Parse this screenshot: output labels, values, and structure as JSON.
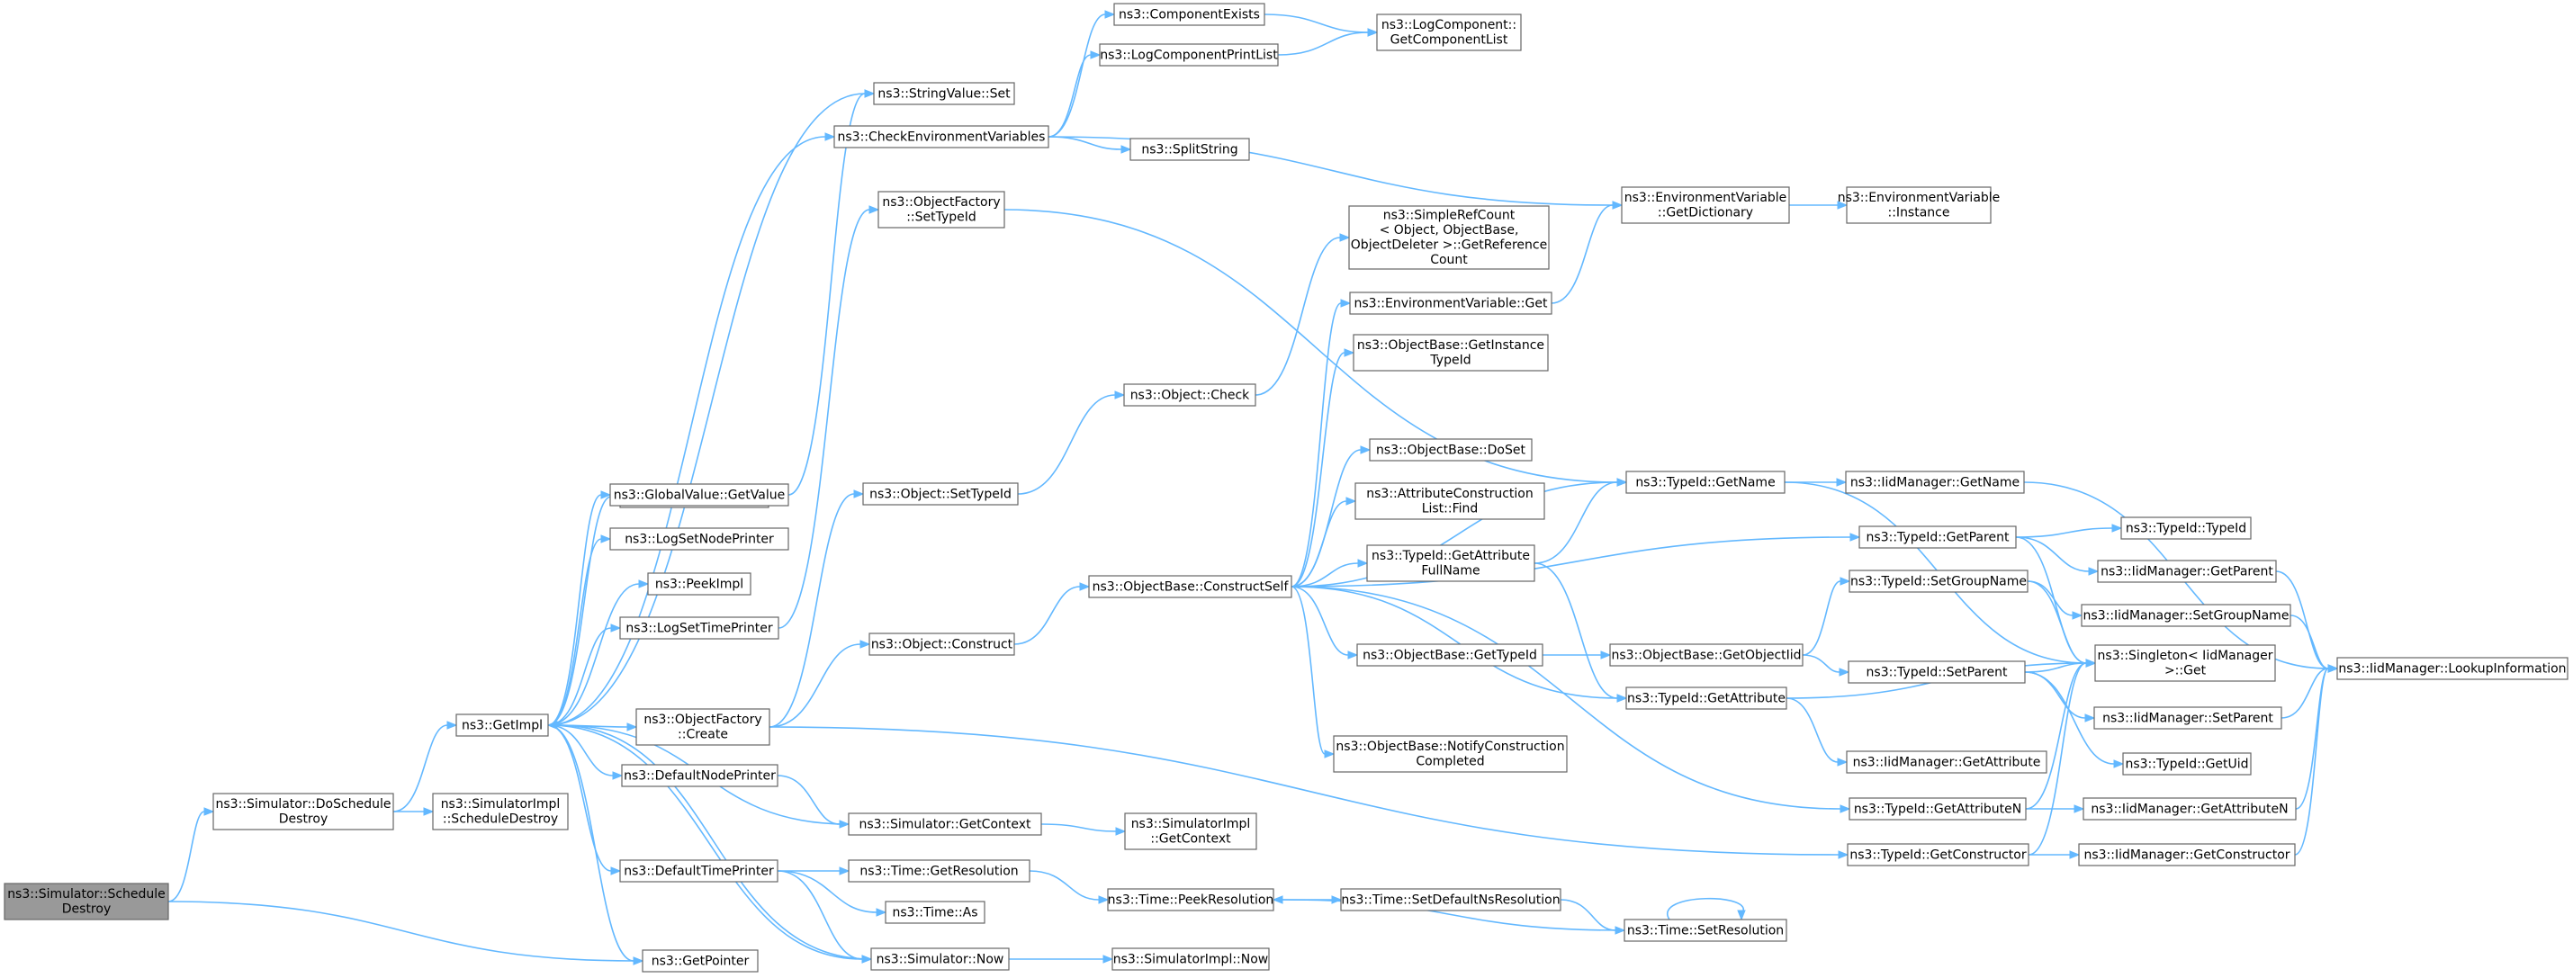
{
  "diagram": {
    "type": "call-graph",
    "colors": {
      "edge": "#63b8ff",
      "node_border": "#666666",
      "root_fill": "#999999",
      "node_fill": "#ffffff"
    },
    "nodes": [
      {
        "id": "root",
        "lines": [
          "ns3::Simulator::Schedule",
          "Destroy"
        ],
        "root": true
      },
      {
        "id": "doschedule",
        "lines": [
          "ns3::Simulator::DoSchedule",
          "Destroy"
        ]
      },
      {
        "id": "getpointer",
        "lines": [
          "ns3::GetPointer"
        ]
      },
      {
        "id": "getimpl",
        "lines": [
          "ns3::GetImpl"
        ]
      },
      {
        "id": "simimpl_sched",
        "lines": [
          "ns3::SimulatorImpl",
          "::ScheduleDestroy"
        ]
      },
      {
        "id": "strget",
        "lines": [
          "ns3::StringValue::Get"
        ]
      },
      {
        "id": "gvget",
        "lines": [
          "ns3::GlobalValue::GetValue"
        ]
      },
      {
        "id": "logsetnode",
        "lines": [
          "ns3::LogSetNodePrinter"
        ]
      },
      {
        "id": "peekimpl",
        "lines": [
          "ns3::PeekImpl"
        ]
      },
      {
        "id": "logsettime",
        "lines": [
          "ns3::LogSetTimePrinter"
        ]
      },
      {
        "id": "ofcreate",
        "lines": [
          "ns3::ObjectFactory",
          "::Create"
        ]
      },
      {
        "id": "defnode",
        "lines": [
          "ns3::DefaultNodePrinter"
        ]
      },
      {
        "id": "getcontext",
        "lines": [
          "ns3::Simulator::GetContext"
        ]
      },
      {
        "id": "deftime",
        "lines": [
          "ns3::DefaultTimePrinter"
        ]
      },
      {
        "id": "strset",
        "lines": [
          "ns3::StringValue::Set"
        ]
      },
      {
        "id": "checkenv",
        "lines": [
          "ns3::CheckEnvironmentVariables"
        ]
      },
      {
        "id": "ofsettype",
        "lines": [
          "ns3::ObjectFactory",
          "::SetTypeId"
        ]
      },
      {
        "id": "objsettype",
        "lines": [
          "ns3::Object::SetTypeId"
        ]
      },
      {
        "id": "objconstruct",
        "lines": [
          "ns3::Object::Construct"
        ]
      },
      {
        "id": "simimpl_ctx",
        "lines": [
          "ns3::SimulatorImpl",
          "::GetContext"
        ]
      },
      {
        "id": "timegetres",
        "lines": [
          "ns3::Time::GetResolution"
        ]
      },
      {
        "id": "timeas",
        "lines": [
          "ns3::Time::As"
        ]
      },
      {
        "id": "simnow",
        "lines": [
          "ns3::Simulator::Now"
        ]
      },
      {
        "id": "compexists",
        "lines": [
          "ns3::ComponentExists"
        ]
      },
      {
        "id": "logcompprint",
        "lines": [
          "ns3::LogComponentPrintList"
        ]
      },
      {
        "id": "splitstring",
        "lines": [
          "ns3::SplitString"
        ]
      },
      {
        "id": "objcheck",
        "lines": [
          "ns3::Object::Check"
        ]
      },
      {
        "id": "constructself",
        "lines": [
          "ns3::ObjectBase::ConstructSelf"
        ]
      },
      {
        "id": "peekres",
        "lines": [
          "ns3::Time::PeekResolution"
        ]
      },
      {
        "id": "simimpl_now",
        "lines": [
          "ns3::SimulatorImpl::Now"
        ]
      },
      {
        "id": "getcomplist",
        "lines": [
          "ns3::LogComponent::",
          "GetComponentList"
        ]
      },
      {
        "id": "refcount",
        "lines": [
          "ns3::SimpleRefCount",
          "< Object, ObjectBase,",
          " ObjectDeleter >::GetReference",
          "Count"
        ]
      },
      {
        "id": "envget",
        "lines": [
          "ns3::EnvironmentVariable::Get"
        ]
      },
      {
        "id": "getinsttype",
        "lines": [
          "ns3::ObjectBase::GetInstance",
          "TypeId"
        ]
      },
      {
        "id": "doset",
        "lines": [
          "ns3::ObjectBase::DoSet"
        ]
      },
      {
        "id": "attrfind",
        "lines": [
          "ns3::AttributeConstruction",
          "List::Find"
        ]
      },
      {
        "id": "getattrfull",
        "lines": [
          "ns3::TypeId::GetAttribute",
          "FullName"
        ]
      },
      {
        "id": "obgettype",
        "lines": [
          "ns3::ObjectBase::GetTypeId"
        ]
      },
      {
        "id": "notifyconstr",
        "lines": [
          "ns3::ObjectBase::NotifyConstruction",
          "Completed"
        ]
      },
      {
        "id": "setdefns",
        "lines": [
          "ns3::Time::SetDefaultNsResolution"
        ]
      },
      {
        "id": "envdict",
        "lines": [
          "ns3::EnvironmentVariable",
          "::GetDictionary"
        ]
      },
      {
        "id": "tidgetname",
        "lines": [
          "ns3::TypeId::GetName"
        ]
      },
      {
        "id": "getobjtid",
        "lines": [
          "ns3::ObjectBase::GetObjectIid"
        ]
      },
      {
        "id": "tidgetattr",
        "lines": [
          "ns3::TypeId::GetAttribute"
        ]
      },
      {
        "id": "setres",
        "lines": [
          "ns3::Time::SetResolution"
        ]
      },
      {
        "id": "envinst",
        "lines": [
          "ns3::EnvironmentVariable",
          "::Instance"
        ]
      },
      {
        "id": "iidgetname",
        "lines": [
          "ns3::IidManager::GetName"
        ]
      },
      {
        "id": "tidgetparent",
        "lines": [
          "ns3::TypeId::GetParent"
        ]
      },
      {
        "id": "tidsetgroup",
        "lines": [
          "ns3::TypeId::SetGroupName"
        ]
      },
      {
        "id": "tidsetparent",
        "lines": [
          "ns3::TypeId::SetParent"
        ]
      },
      {
        "id": "iidgetattr",
        "lines": [
          "ns3::IidManager::GetAttribute"
        ]
      },
      {
        "id": "tidgetattrn",
        "lines": [
          "ns3::TypeId::GetAttributeN"
        ]
      },
      {
        "id": "tidgetctor",
        "lines": [
          "ns3::TypeId::GetConstructor"
        ]
      },
      {
        "id": "tidtypeid",
        "lines": [
          "ns3::TypeId::TypeId"
        ]
      },
      {
        "id": "iidgetparent",
        "lines": [
          "ns3::IidManager::GetParent"
        ]
      },
      {
        "id": "iidsetgroup",
        "lines": [
          "ns3::IidManager::SetGroupName"
        ]
      },
      {
        "id": "singleton",
        "lines": [
          "ns3::Singleton< IidManager",
          " >::Get"
        ]
      },
      {
        "id": "iidsetparent",
        "lines": [
          "ns3::IidManager::SetParent"
        ]
      },
      {
        "id": "tidgetuid",
        "lines": [
          "ns3::TypeId::GetUid"
        ]
      },
      {
        "id": "iidgetattrn",
        "lines": [
          "ns3::IidManager::GetAttributeN"
        ]
      },
      {
        "id": "iidgetctor",
        "lines": [
          "ns3::IidManager::GetConstructor"
        ]
      },
      {
        "id": "lookupinfo",
        "lines": [
          "ns3::IidManager::LookupInformation"
        ]
      }
    ],
    "edges": [
      [
        "root",
        "doschedule"
      ],
      [
        "root",
        "getpointer"
      ],
      [
        "doschedule",
        "getimpl"
      ],
      [
        "doschedule",
        "simimpl_sched"
      ],
      [
        "getimpl",
        "strget"
      ],
      [
        "getimpl",
        "gvget"
      ],
      [
        "getimpl",
        "logsetnode"
      ],
      [
        "getimpl",
        "peekimpl"
      ],
      [
        "getimpl",
        "logsettime"
      ],
      [
        "getimpl",
        "ofcreate"
      ],
      [
        "getimpl",
        "defnode"
      ],
      [
        "getimpl",
        "deftime"
      ],
      [
        "getimpl",
        "getpointer"
      ],
      [
        "getimpl",
        "simnow"
      ],
      [
        "getimpl",
        "strset"
      ],
      [
        "getimpl",
        "checkenv"
      ],
      [
        "gvget",
        "strset"
      ],
      [
        "logsettime",
        "ofsettype"
      ],
      [
        "ofcreate",
        "objsettype"
      ],
      [
        "ofcreate",
        "objconstruct"
      ],
      [
        "ofcreate",
        "tidgetctor"
      ],
      [
        "defnode",
        "getcontext"
      ],
      [
        "getcontext",
        "getimpl"
      ],
      [
        "getcontext",
        "simimpl_ctx"
      ],
      [
        "deftime",
        "timegetres"
      ],
      [
        "deftime",
        "timeas"
      ],
      [
        "deftime",
        "simnow"
      ],
      [
        "simnow",
        "getimpl"
      ],
      [
        "simnow",
        "simimpl_now"
      ],
      [
        "checkenv",
        "compexists"
      ],
      [
        "checkenv",
        "logcompprint"
      ],
      [
        "checkenv",
        "splitstring"
      ],
      [
        "checkenv",
        "envdict"
      ],
      [
        "compexists",
        "getcomplist"
      ],
      [
        "logcompprint",
        "getcomplist"
      ],
      [
        "ofsettype",
        "tidgetname"
      ],
      [
        "objsettype",
        "objcheck"
      ],
      [
        "objcheck",
        "refcount"
      ],
      [
        "objconstruct",
        "constructself"
      ],
      [
        "constructself",
        "envget"
      ],
      [
        "constructself",
        "getinsttype"
      ],
      [
        "constructself",
        "doset"
      ],
      [
        "constructself",
        "attrfind"
      ],
      [
        "constructself",
        "getattrfull"
      ],
      [
        "constructself",
        "obgettype"
      ],
      [
        "constructself",
        "notifyconstr"
      ],
      [
        "constructself",
        "tidgetname"
      ],
      [
        "constructself",
        "tidgetattr"
      ],
      [
        "constructself",
        "tidgetparent"
      ],
      [
        "constructself",
        "tidgetattrn"
      ],
      [
        "envget",
        "envdict"
      ],
      [
        "envdict",
        "envinst"
      ],
      [
        "getattrfull",
        "tidgetname"
      ],
      [
        "getattrfull",
        "tidgetattr"
      ],
      [
        "obgettype",
        "getobjtid"
      ],
      [
        "getobjtid",
        "tidsetgroup"
      ],
      [
        "getobjtid",
        "tidsetparent"
      ],
      [
        "timegetres",
        "peekres"
      ],
      [
        "peekres",
        "setdefns"
      ],
      [
        "setdefns",
        "setres"
      ],
      [
        "setres",
        "peekres"
      ],
      [
        "setres",
        "setres"
      ],
      [
        "tidgetname",
        "iidgetname"
      ],
      [
        "tidgetname",
        "singleton"
      ],
      [
        "tidgetattr",
        "singleton"
      ],
      [
        "tidgetattr",
        "iidgetattr"
      ],
      [
        "tidgetparent",
        "tidtypeid"
      ],
      [
        "tidgetparent",
        "iidgetparent"
      ],
      [
        "tidgetparent",
        "singleton"
      ],
      [
        "tidsetgroup",
        "iidsetgroup"
      ],
      [
        "tidsetgroup",
        "singleton"
      ],
      [
        "tidsetparent",
        "singleton"
      ],
      [
        "tidsetparent",
        "iidsetparent"
      ],
      [
        "tidsetparent",
        "tidgetuid"
      ],
      [
        "tidgetattrn",
        "singleton"
      ],
      [
        "tidgetattrn",
        "iidgetattrn"
      ],
      [
        "tidgetctor",
        "singleton"
      ],
      [
        "tidgetctor",
        "iidgetctor"
      ],
      [
        "iidgetname",
        "lookupinfo"
      ],
      [
        "iidgetparent",
        "lookupinfo"
      ],
      [
        "iidsetgroup",
        "lookupinfo"
      ],
      [
        "iidsetparent",
        "lookupinfo"
      ],
      [
        "iidgetattrn",
        "lookupinfo"
      ],
      [
        "iidgetctor",
        "lookupinfo"
      ]
    ]
  }
}
